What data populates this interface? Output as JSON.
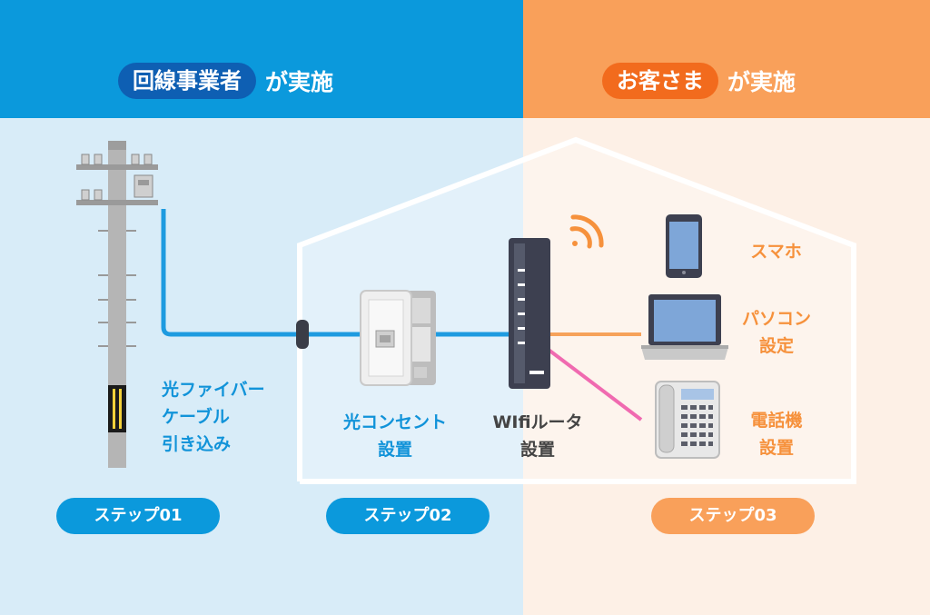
{
  "left_header": {
    "pill": "回線事業者",
    "suffix": "が実施"
  },
  "right_header": {
    "pill": "お客さま",
    "suffix": "が実施"
  },
  "labels": {
    "fiber_cable": "光ファイバーケーブル引き込み",
    "fiber_line1": "光ファイバー",
    "fiber_line2": "ケーブル",
    "fiber_line3": "引き込み",
    "outlet_line1": "光コンセント",
    "outlet_line2": "設置",
    "router_line1": "WIfiルータ",
    "router_line2": "設置",
    "smartphone": "スマホ",
    "pc_line1": "パソコン",
    "pc_line2": "設定",
    "phone_line1": "電話機",
    "phone_line2": "設置"
  },
  "steps": [
    "ステップ01",
    "ステップ02",
    "ステップ03"
  ],
  "colors": {
    "operator_blue": "#0b99dc",
    "customer_orange": "#f9a05a",
    "cable_blue": "#1e9be0",
    "cable_orange": "#f6a25a",
    "cable_pink": "#f06ab0",
    "step_blue": "#0b99dc",
    "step_orange": "#f9a05a"
  }
}
